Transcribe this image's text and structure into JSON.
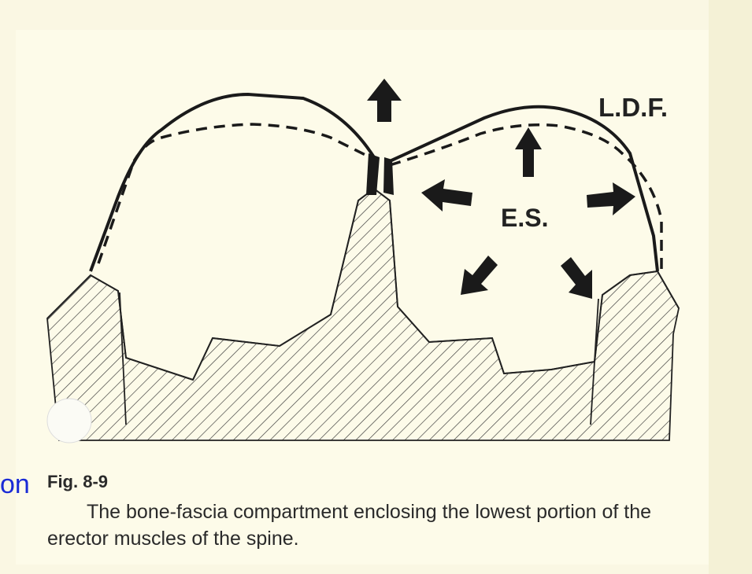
{
  "labels": {
    "ldf": "L.D.F.",
    "es": "E.S."
  },
  "figure": {
    "number": "Fig. 8-9",
    "caption": "The bone-fascia compartment enclosing the lowest portion of the erector muscles of the spine."
  },
  "stray_text": "on",
  "colors": {
    "ink": "#222222",
    "paper": "#fdfbe9",
    "stray_text": "#1a2bd6"
  }
}
